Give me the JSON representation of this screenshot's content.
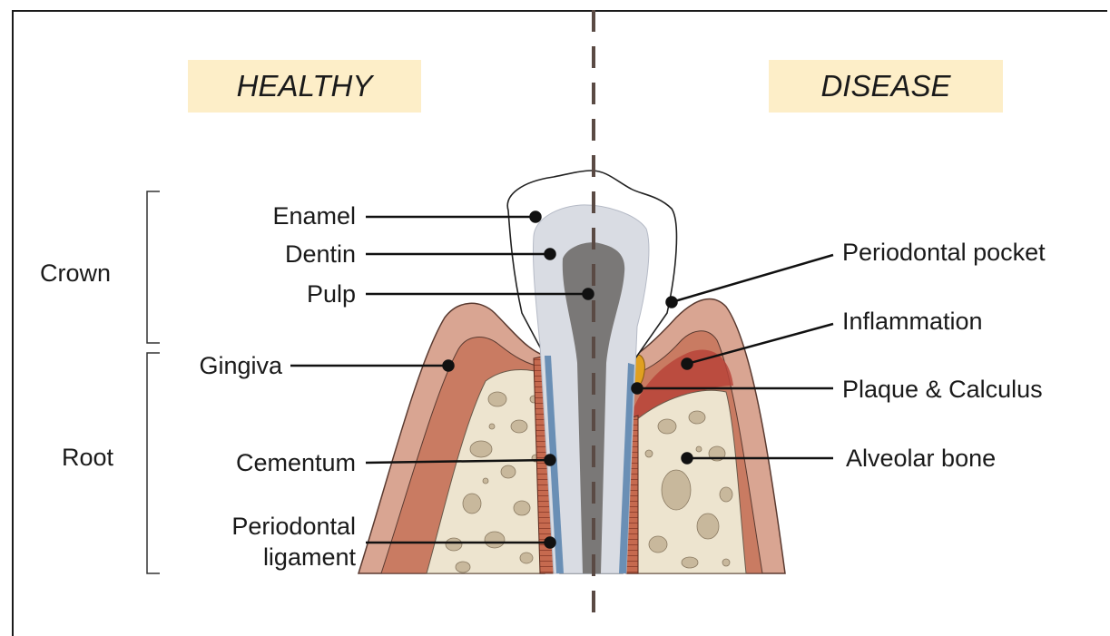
{
  "headers": {
    "healthy": "HEALTHY",
    "disease": "DISEASE"
  },
  "groups": {
    "crown": "Crown",
    "root": "Root"
  },
  "labels_left": {
    "enamel": "Enamel",
    "dentin": "Dentin",
    "pulp": "Pulp",
    "gingiva": "Gingiva",
    "cementum": "Cementum",
    "periodontal_ligament_line1": "Periodontal",
    "periodontal_ligament_line2": "ligament"
  },
  "labels_right": {
    "periodontal_pocket": "Periodontal pocket",
    "inflammation": "Inflammation",
    "plaque_calculus": "Plaque & Calculus",
    "alveolar_bone": "Alveolar bone"
  },
  "colors": {
    "header_bg": "#fdeec8",
    "gingiva_outer": "#d9a592",
    "gingiva_inner": "#c97b62",
    "inflamed": "#b8443a",
    "bone": "#ede4cf",
    "bone_spot": "#c8b89c",
    "enamel": "#ffffff",
    "dentin": "#d9dce3",
    "pulp": "#7a7877",
    "cementum": "#6a8fb5",
    "ligament": "#b0573d",
    "plaque": "#e0a020",
    "divider": "#5a4a44"
  }
}
